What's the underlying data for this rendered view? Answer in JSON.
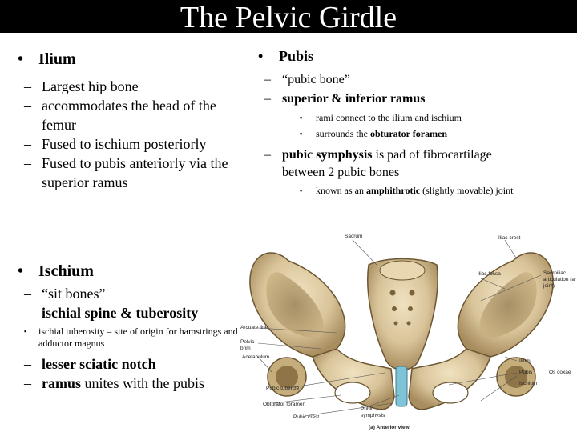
{
  "title": "The Pelvic Girdle",
  "left": {
    "ilium": {
      "heading": "Ilium",
      "items": [
        "Largest hip bone",
        "accommodates the head of the femur",
        "Fused to ischium posteriorly",
        "Fused to pubis anteriorly via the superior ramus"
      ]
    },
    "ischium": {
      "heading": "Ischium",
      "items": [
        "“sit bones”",
        "ischial spine & tuberosity"
      ],
      "sub": "ischial tuberosity – site of origin for hamstrings and adductor magnus",
      "items2": [
        "lesser sciatic notch",
        "ramus unites with the pubis"
      ],
      "items2_bold": [
        "lesser sciatic notch",
        "ramus"
      ],
      "items2_rest": [
        "",
        " unites with the pubis"
      ]
    }
  },
  "right": {
    "pubis": {
      "heading": "Pubis",
      "item1": "“pubic bone”",
      "item2": "superior & inferior ramus",
      "sub1": "rami connect to the ilium and ischium",
      "sub2_pre": "surrounds the ",
      "sub2_bold": "obturator foramen",
      "item3_bold": "pubic symphysis",
      "item3_rest": " is pad of fibrocartilage between 2 pubic bones",
      "sub3_pre": "known as an ",
      "sub3_bold": "amphithrotic",
      "sub3_rest": " (slightly movable) joint"
    }
  },
  "figure": {
    "labels": {
      "sacrum": "Sacrum",
      "iliac_crest": "Iliac crest",
      "iliac_fossa": "Iliac fossa",
      "sacroiliac": "Sacroiliac articulation (ar joint)",
      "arcuate": "Arcuate line",
      "pelvic_brim": "Pelvic brim",
      "acetabulum": "Acetabulum",
      "ilium": "Ilium",
      "pubis": "Pubis",
      "ischium": "Ischium",
      "os_coxae": "Os coxae",
      "pubic_tubercle": "Pubic tubercle",
      "obturator": "Obturator foramen",
      "pubic_symphysis": "Pubic symphysis",
      "pubic_crest": "Pubic crest",
      "caption": "(a) Anterior view"
    }
  }
}
